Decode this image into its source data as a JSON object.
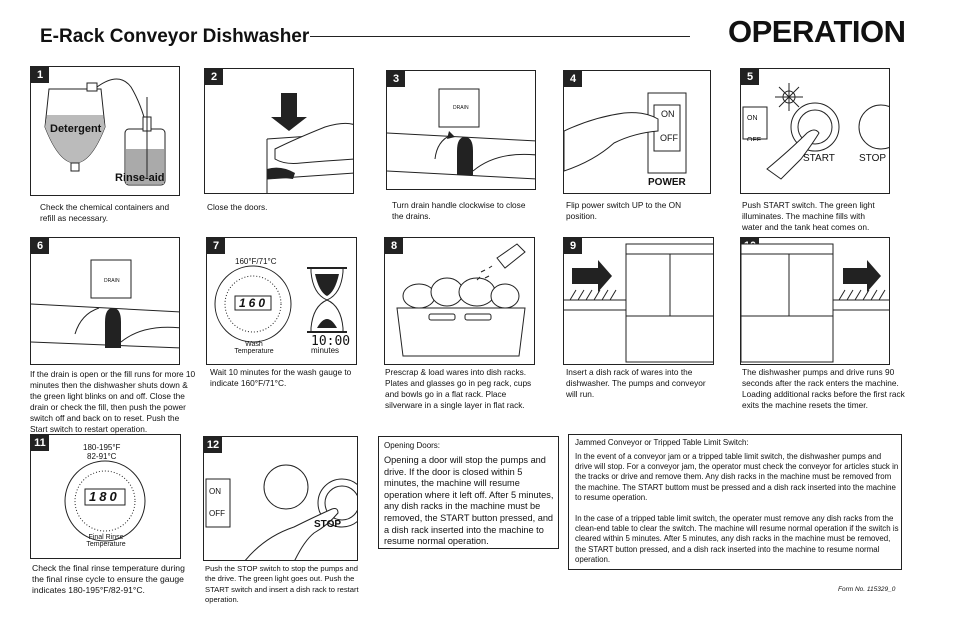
{
  "header": {
    "title": "E-Rack Conveyor Dishwasher",
    "section": "OPERATION"
  },
  "steps": [
    {
      "number": "1",
      "labels": {
        "detergent": "Detergent",
        "rinse_aid": "Rinse-aid"
      },
      "caption": "Check the chemical containers and refill as necessary."
    },
    {
      "number": "2",
      "caption": "Close the doors."
    },
    {
      "number": "3",
      "labels": {
        "drain": "DRAIN"
      },
      "caption": "Turn drain handle clockwise to close the drains."
    },
    {
      "number": "4",
      "labels": {
        "on": "ON",
        "off": "OFF",
        "power": "POWER"
      },
      "caption": "Flip power switch UP to the ON position."
    },
    {
      "number": "5",
      "labels": {
        "on": "ON",
        "off": "OFF",
        "start": "START",
        "stop": "STOP"
      },
      "caption": "Push START switch.  The green light illuminates. The machine fills with water and the tank heat comes on."
    },
    {
      "number": "6",
      "labels": {
        "drain": "DRAIN"
      },
      "caption": "If the drain is open or the fill runs for more 10 minutes then the dishwasher shuts down & the green light blinks on and off. Close the drain or check the fill, then push the power switch off and back on to reset. Push the Start switch to restart operation."
    },
    {
      "number": "7",
      "labels": {
        "temp": "160°F/71°C",
        "digits": "160",
        "gauge": "Wash\nTemperature",
        "timer": "10:00",
        "timer_unit": "minutes"
      },
      "caption": "Wait 10 minutes for the wash gauge to indicate 160°F/71°C."
    },
    {
      "number": "8",
      "caption": "Prescrap & load wares into dish racks. Plates and glasses go in peg rack, cups and bowls go in a flat rack. Place silverware in a single layer in flat rack."
    },
    {
      "number": "9",
      "caption": "Insert a dish rack of wares into the dishwasher. The pumps and conveyor will run."
    },
    {
      "number": "10",
      "caption": "The dishwasher pumps and drive runs 90 seconds after the rack enters the machine.  Loading additional racks before the first rack exits the machine resets the timer."
    },
    {
      "number": "11",
      "labels": {
        "temp_f": "180-195°F",
        "temp_c": "82-91°C",
        "digits": "180",
        "gauge": "Final Rinse\nTemperature"
      },
      "caption": "Check the final rinse temperature during the final rinse cycle to ensure the gauge indicates 180-195°F/82-91°C."
    },
    {
      "number": "12",
      "labels": {
        "on": "ON",
        "off": "OFF",
        "stop": "STOP"
      },
      "caption": "Push the STOP switch to stop the pumps and the drive.  The green light goes out. Push the START switch and insert a dish rack to restart operation."
    }
  ],
  "opening_doors": {
    "title": "Opening Doors:",
    "body": "Opening a door will stop the pumps and drive. If the door is closed within 5 minutes, the machine will resume operation where it left off. After 5 minutes, any dish racks in the machine must be removed, the START button pressed, and a dish rack inserted into the machine to resume normal operation."
  },
  "jammed": {
    "title": "Jammed Conveyor or Tripped Table Limit Switch:",
    "para1": "In the event of a conveyor jam or a tripped table limit switch, the dishwasher pumps and drive will stop. For a conveyor jam, the operator must check the conveyor for articles stuck in the tracks or drive and remove them. Any dish racks in the machine must be removed from the machine. The START buttom must be pressed and a dish rack inserted into the machine to resume operation.",
    "para2": "In the case of a tripped table limit switch, the operater must remove any dish racks from the clean-end table to clear the switch. The machine will resume normal operation if the switch is cleared within 5 minutes. After 5 minutes, any dish racks in the machine must be removed, the START button pressed, and a dish rack inserted into the machine to resume normal operation."
  },
  "form_number": "Form No. 115329_0"
}
